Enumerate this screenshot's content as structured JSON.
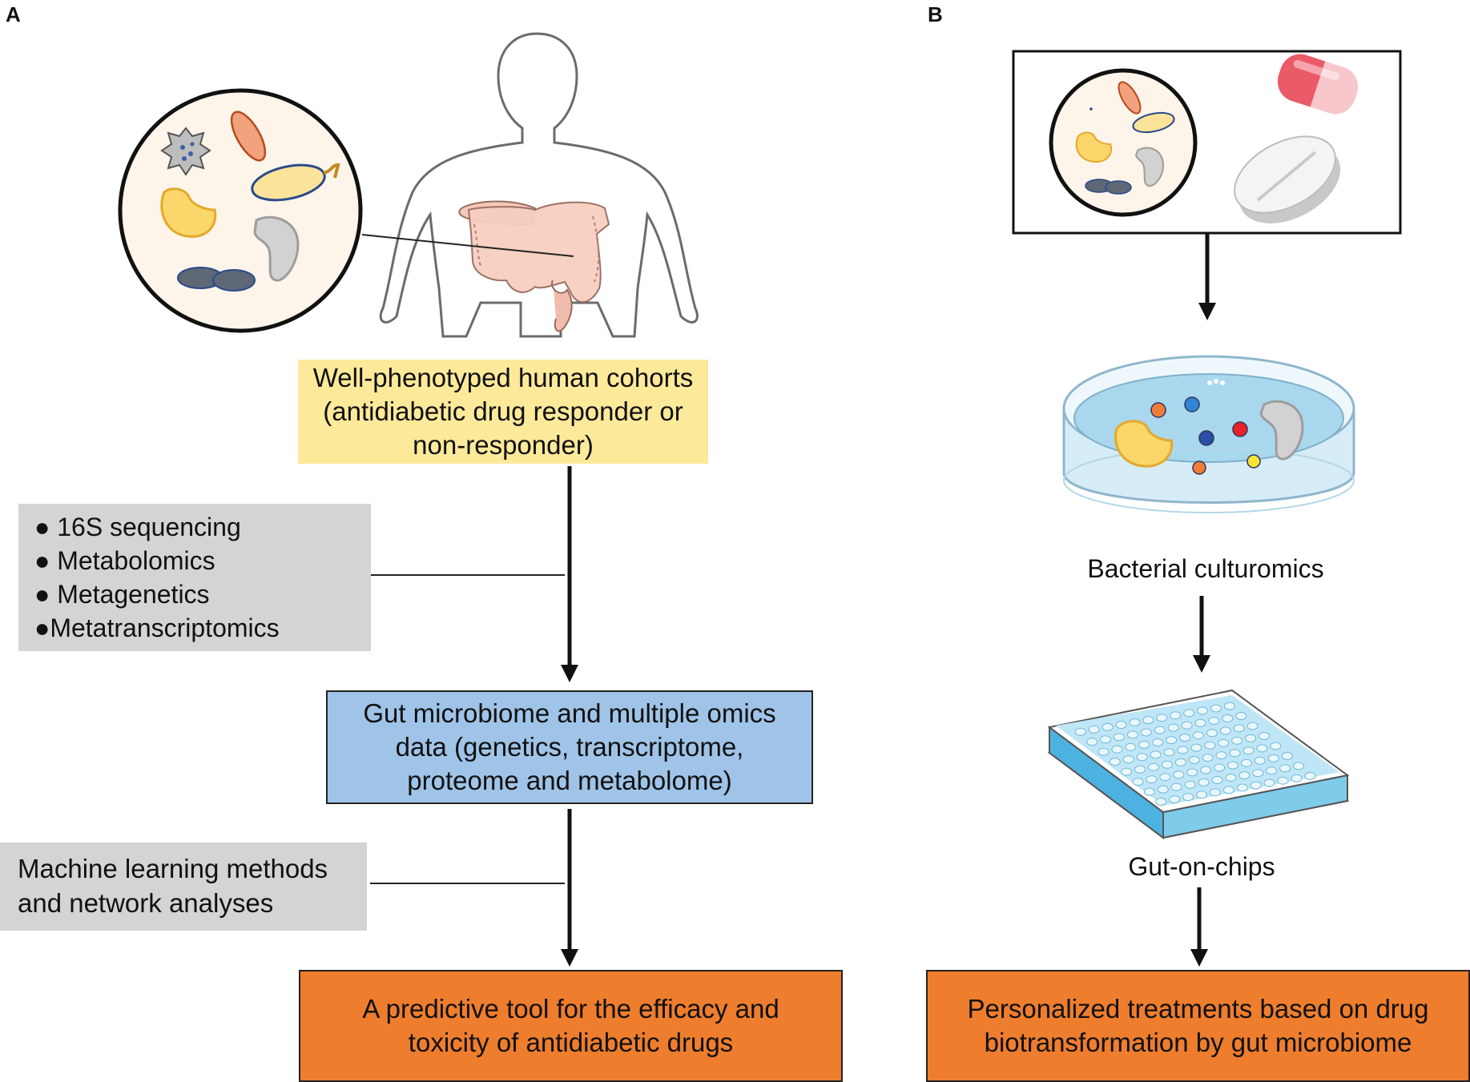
{
  "panelA": {
    "label": "A",
    "cohort_box": "Well-phenotyped human cohorts (antidiabetic drug responder or non-responder)",
    "methods_list": [
      "● 16S sequencing",
      "● Metabolomics",
      "● Metagenetics",
      "●Metatranscriptomics"
    ],
    "omics_box": "Gut microbiome and multiple omics data (genetics, transcriptome, proteome and metabolome)",
    "ml_box": "Machine learning methods and network analyses",
    "result_box": "A predictive tool for the efficacy and toxicity of antidiabetic drugs"
  },
  "panelB": {
    "label": "B",
    "culturomics_caption": "Bacterial culturomics",
    "gutchips_caption": "Gut-on-chips",
    "result_box": "Personalized treatments based on drug biotransformation by gut microbiome"
  },
  "colors": {
    "yellow": "#fde99a",
    "blue": "#9fc4e8",
    "orange": "#ee7d2e",
    "grey": "#d4d4d4"
  }
}
